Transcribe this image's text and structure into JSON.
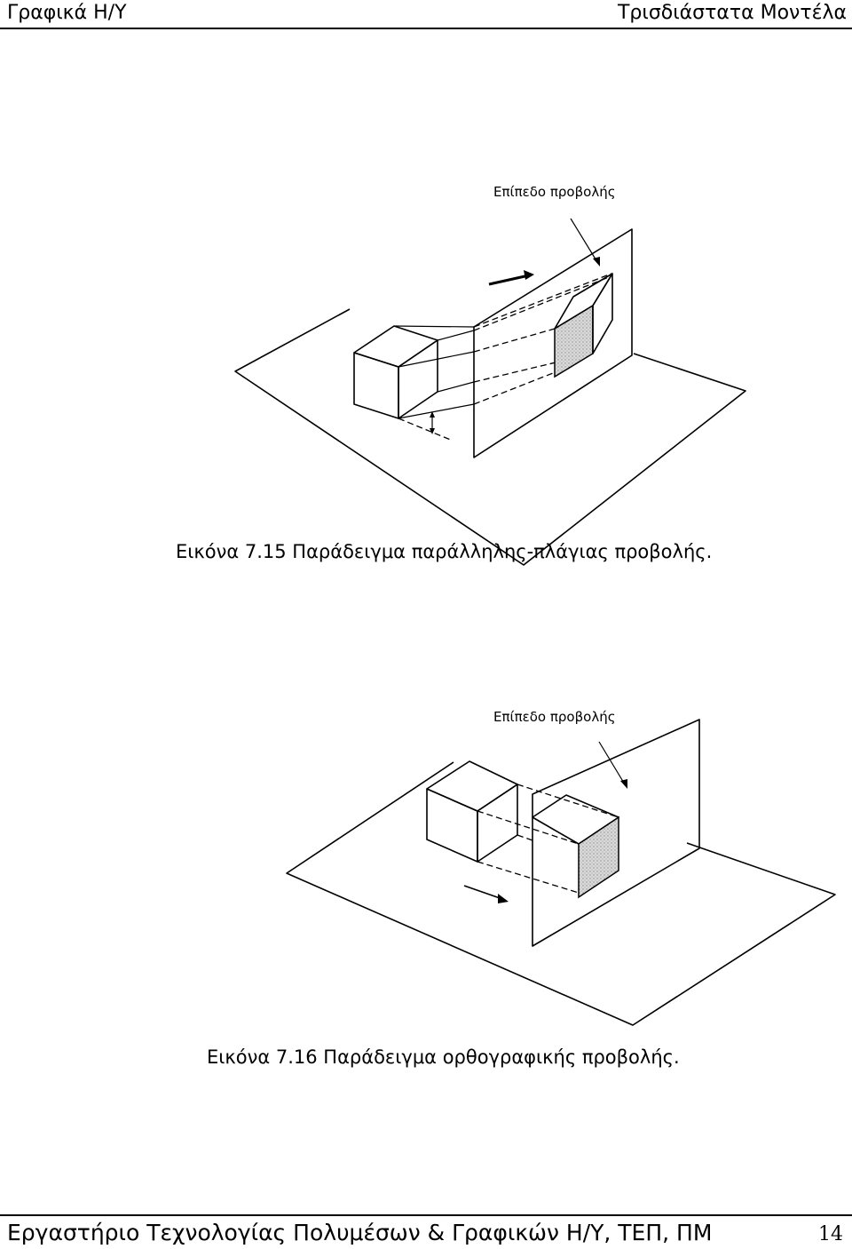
{
  "header": {
    "left": "Γραφικά Η/Υ",
    "right": "Τρισδιάστατα Μοντέλα"
  },
  "figures": [
    {
      "label": "Επίπεδο προβολής",
      "caption": "Εικόνα 7.15 Παράδειγμα παράλληλης-πλάγιας προβολής."
    },
    {
      "label": "Επίπεδο προβολής",
      "caption": "Εικόνα 7.16 Παράδειγμα ορθογραφικής προβολής."
    }
  ],
  "footer": {
    "text": "Εργαστήριο Τεχνολογίας Πολυμέσων & Γραφικών Η/Υ, ΤΕΠ, ΠΜ",
    "page": "14"
  }
}
